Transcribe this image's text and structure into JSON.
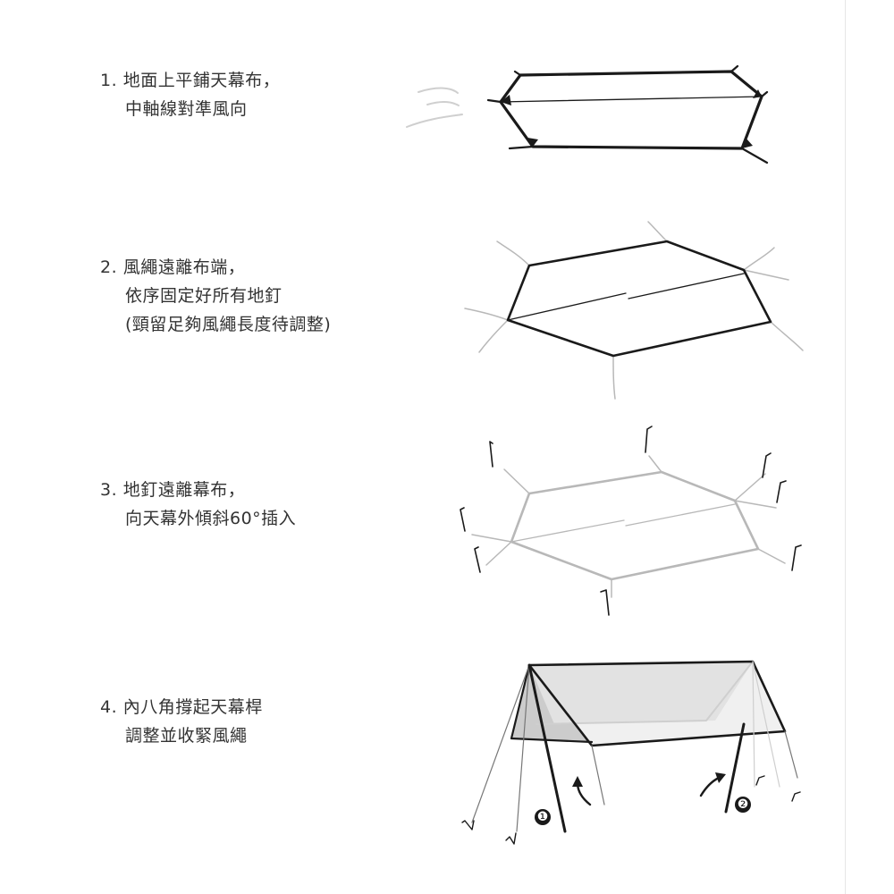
{
  "steps": [
    {
      "number": "1.",
      "lines": [
        "地面上平鋪天幕布，",
        "中軸線對準風向"
      ]
    },
    {
      "number": "2.",
      "lines": [
        "風繩遠離布端，",
        "依序固定好所有地釘",
        "(頸留足夠風繩長度待調整)"
      ]
    },
    {
      "number": "3.",
      "lines": [
        "地釘遠離幕布，",
        "向天幕外傾斜60°插入"
      ]
    },
    {
      "number": "4.",
      "lines": [
        "內八角撐起天幕桿",
        "調整並收緊風繩"
      ]
    }
  ],
  "pole_markers": [
    "❶",
    "❷"
  ],
  "colors": {
    "text": "#333333",
    "outline": "#1a1a1a",
    "faded_outline": "#b8b8b8",
    "tarp_underside": "#cccccc"
  },
  "icons": [
    "wind-icon",
    "tent-stake-icon",
    "arrow-icon"
  ]
}
